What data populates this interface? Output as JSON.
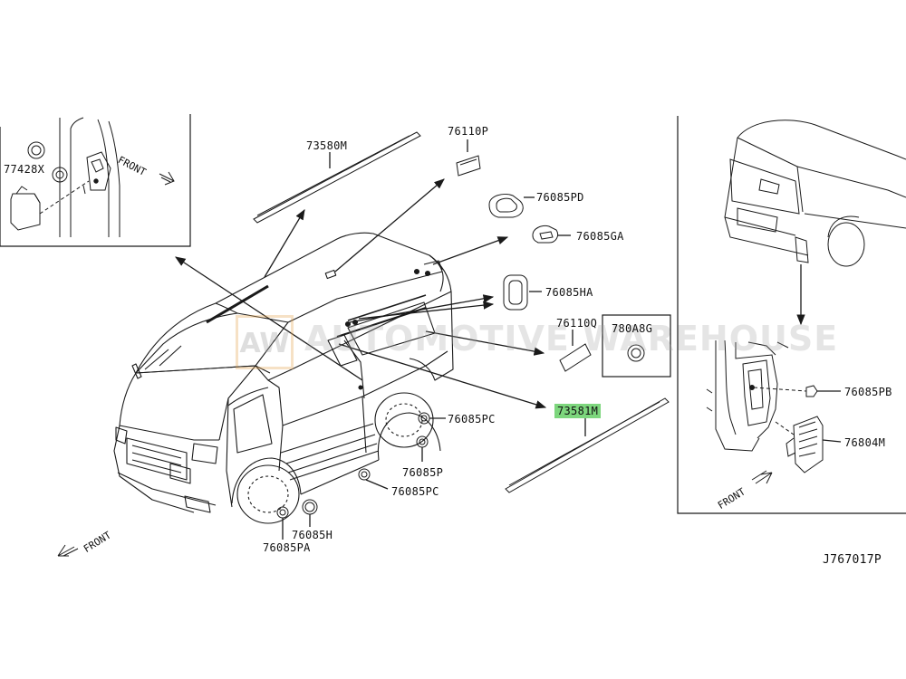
{
  "drawing_id": "J767017P",
  "front_labels": {
    "inset_left": "FRONT",
    "main": "FRONT",
    "inset_right": "FRONT"
  },
  "watermark": {
    "logo": "AW",
    "text": "AUTOMOTIVE WAREHOUSE"
  },
  "parts": [
    {
      "key": "p77428x",
      "label": "77428X"
    },
    {
      "key": "p73580m",
      "label": "73580M"
    },
    {
      "key": "p76110p",
      "label": "76110P"
    },
    {
      "key": "p76085pd",
      "label": "76085PD"
    },
    {
      "key": "p76085ga",
      "label": "76085GA"
    },
    {
      "key": "p76085ha",
      "label": "76085HA"
    },
    {
      "key": "p76110q",
      "label": "76110Q"
    },
    {
      "key": "p780a8g",
      "label": "780A8G"
    },
    {
      "key": "p73581m",
      "label": "73581M",
      "highlighted": true
    },
    {
      "key": "p76085pc_a",
      "label": "76085PC"
    },
    {
      "key": "p76085p",
      "label": "76085P"
    },
    {
      "key": "p76085pc_b",
      "label": "76085PC"
    },
    {
      "key": "p76085h",
      "label": "76085H"
    },
    {
      "key": "p76085pa",
      "label": "76085PA"
    },
    {
      "key": "p76085pb",
      "label": "76085PB"
    },
    {
      "key": "p76804m",
      "label": "76804M"
    }
  ],
  "colors": {
    "line": "#1a1a1a",
    "highlight": "#7dd67d"
  }
}
